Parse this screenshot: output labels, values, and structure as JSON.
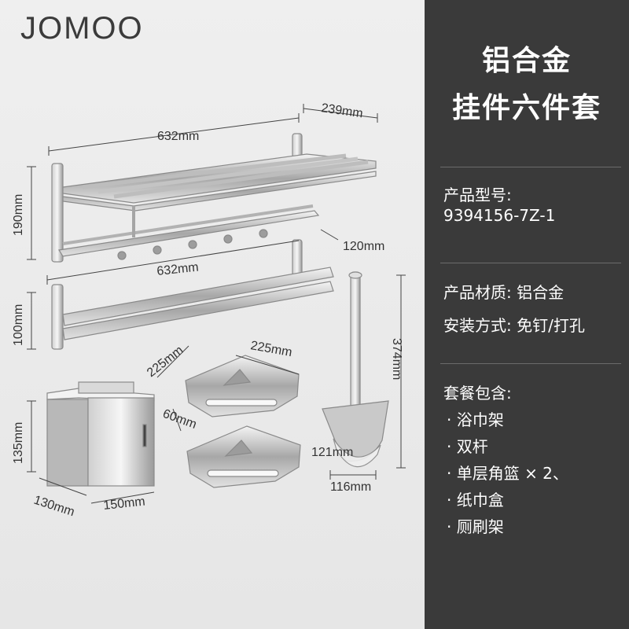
{
  "brand": {
    "logo_text": "JOMOO"
  },
  "panel": {
    "title_line1": "铝合金",
    "title_line2": "挂件六件套",
    "model_label": "产品型号:",
    "model_value": "9394156-7Z-1",
    "material": "产品材质: 铝合金",
    "install": "安装方式: 免钉/打孔",
    "package_label": "套餐包含:",
    "package_items": [
      "· 浴巾架",
      "· 双杆",
      "· 单层角篮 × 2、",
      "· 纸巾盒",
      "· 厕刷架"
    ]
  },
  "dimensions": {
    "towel_rack_width": "632mm",
    "towel_rack_depth": "239mm",
    "towel_rack_height": "190mm",
    "towel_rack_hook_depth": "120mm",
    "double_bar_width": "632mm",
    "double_bar_height": "100mm",
    "basket_width": "225mm",
    "basket_depth": "225mm",
    "basket_height": "60mm",
    "tissue_box_height": "135mm",
    "tissue_box_depth": "130mm",
    "tissue_box_width": "150mm",
    "brush_height": "374mm",
    "brush_depth": "121mm",
    "brush_width": "116mm"
  },
  "colors": {
    "right_panel": "#3a3a3a",
    "product_metal": "#b9b9b9"
  }
}
